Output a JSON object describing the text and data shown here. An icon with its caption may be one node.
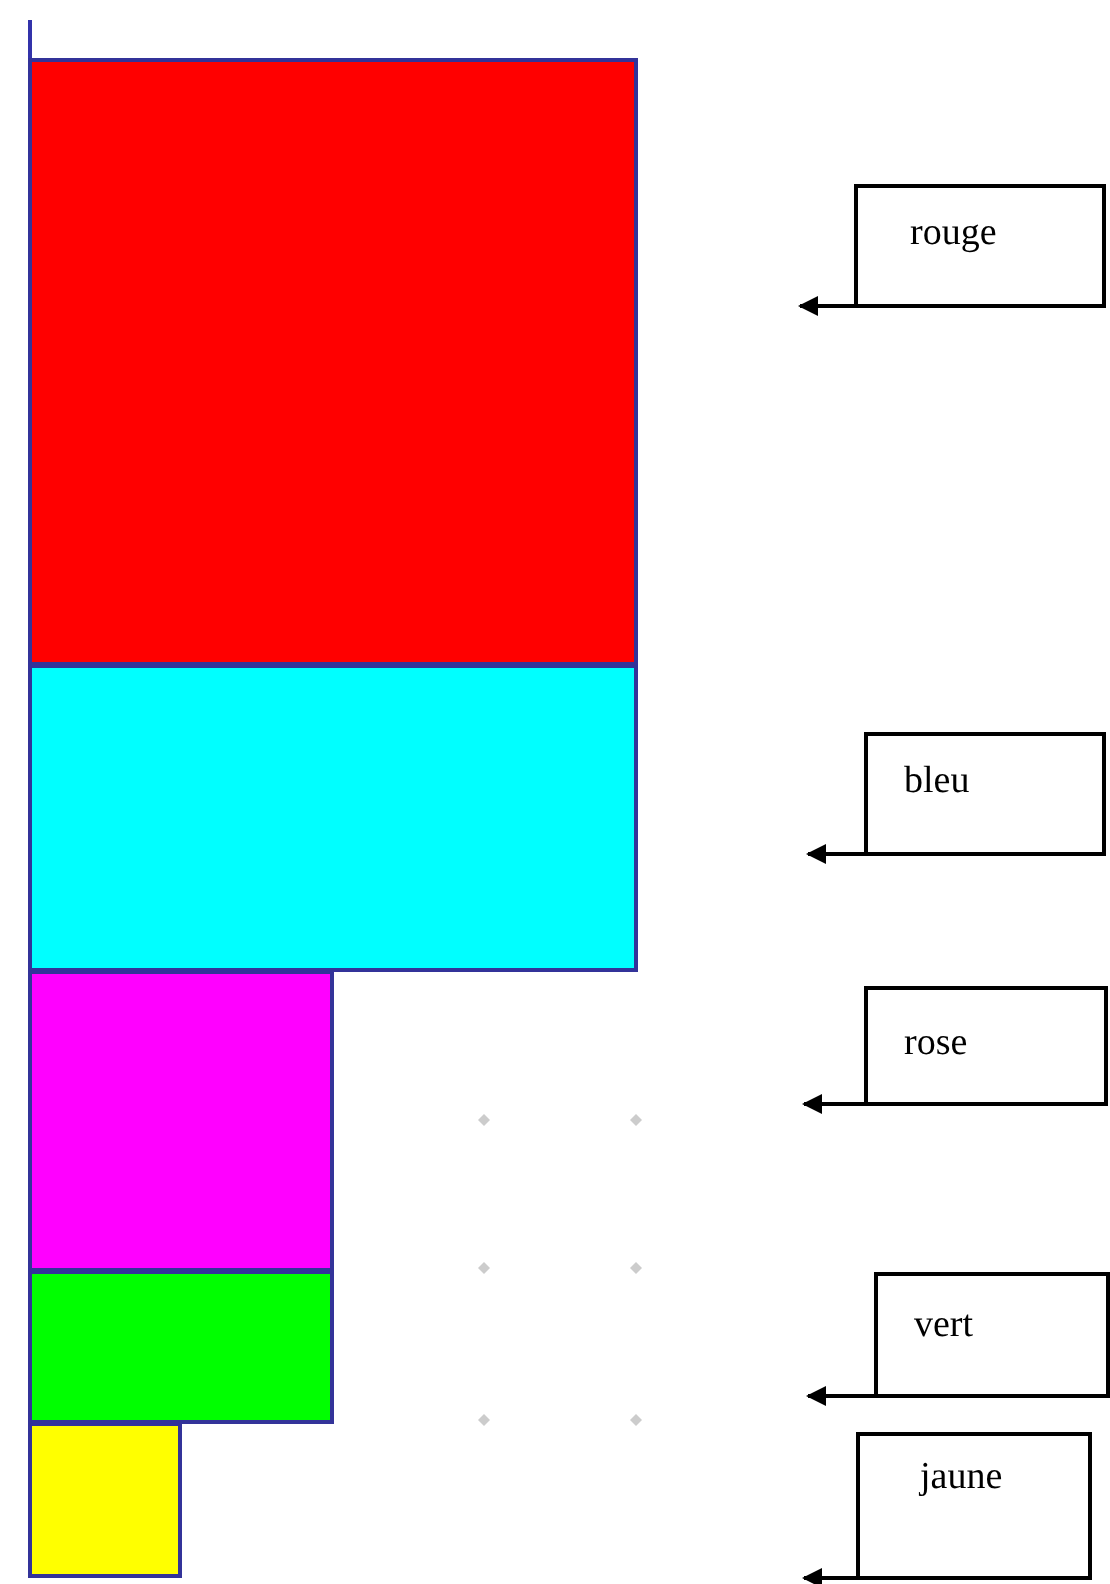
{
  "diagram": {
    "nodes": [
      {
        "text": [],
        "shape": "box"
      },
      {
        "text": [],
        "shape": "box"
      },
      {
        "text": [],
        "shape": "box"
      },
      {
        "text": [],
        "shape": "box"
      },
      {
        "text": [],
        "shape": "box"
      },
      {
        "text": [
          "rouge"
        ]
      },
      {
        "text": [
          "bleu"
        ]
      },
      {
        "text": [
          "rose"
        ]
      },
      {
        "text": [
          "vert"
        ]
      },
      {
        "text": [
          "jaune"
        ]
      }
    ],
    "edges": [
      {
        "from": 5,
        "to": null,
        "arrow": "to"
      },
      {
        "from": 6,
        "to": null,
        "arrow": "to"
      },
      {
        "from": 7,
        "to": null,
        "arrow": "to"
      },
      {
        "from": 8,
        "to": null,
        "arrow": "to"
      },
      {
        "from": 9,
        "to": null,
        "arrow": "to"
      }
    ]
  }
}
